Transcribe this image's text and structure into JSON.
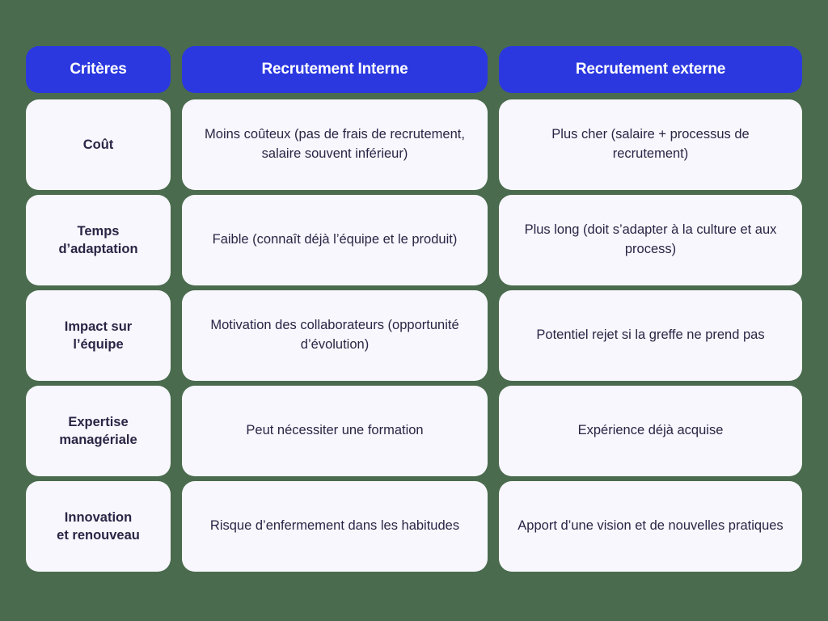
{
  "colors": {
    "background": "#4a6b4d",
    "header_bg": "#2b38e0",
    "header_text": "#ffffff",
    "cell_bg": "#f7f7fd",
    "cell_text": "#2b2545"
  },
  "table": {
    "headers": [
      "Critères",
      "Recrutement Interne",
      "Recrutement externe"
    ],
    "rows": [
      {
        "criteria": "Coût",
        "internal": "Moins coûteux (pas de frais de recrutement, salaire souvent inférieur)",
        "external": "Plus cher (salaire + processus de recrutement)"
      },
      {
        "criteria": "Temps\nd’adaptation",
        "internal": "Faible (connaît déjà l’équipe et le produit)",
        "external": "Plus long (doit s’adapter à la culture et aux process)"
      },
      {
        "criteria": "Impact sur\nl’équipe",
        "internal": "Motivation des collaborateurs (opportunité d’évolution)",
        "external": "Potentiel rejet si la greffe ne prend pas"
      },
      {
        "criteria": "Expertise\nmanagériale",
        "internal": "Peut nécessiter une formation",
        "external": "Expérience déjà acquise"
      },
      {
        "criteria": "Innovation\net renouveau",
        "internal": "Risque d’enfermement dans les habitudes",
        "external": "Apport d’une vision et de nouvelles pratiques"
      }
    ]
  }
}
